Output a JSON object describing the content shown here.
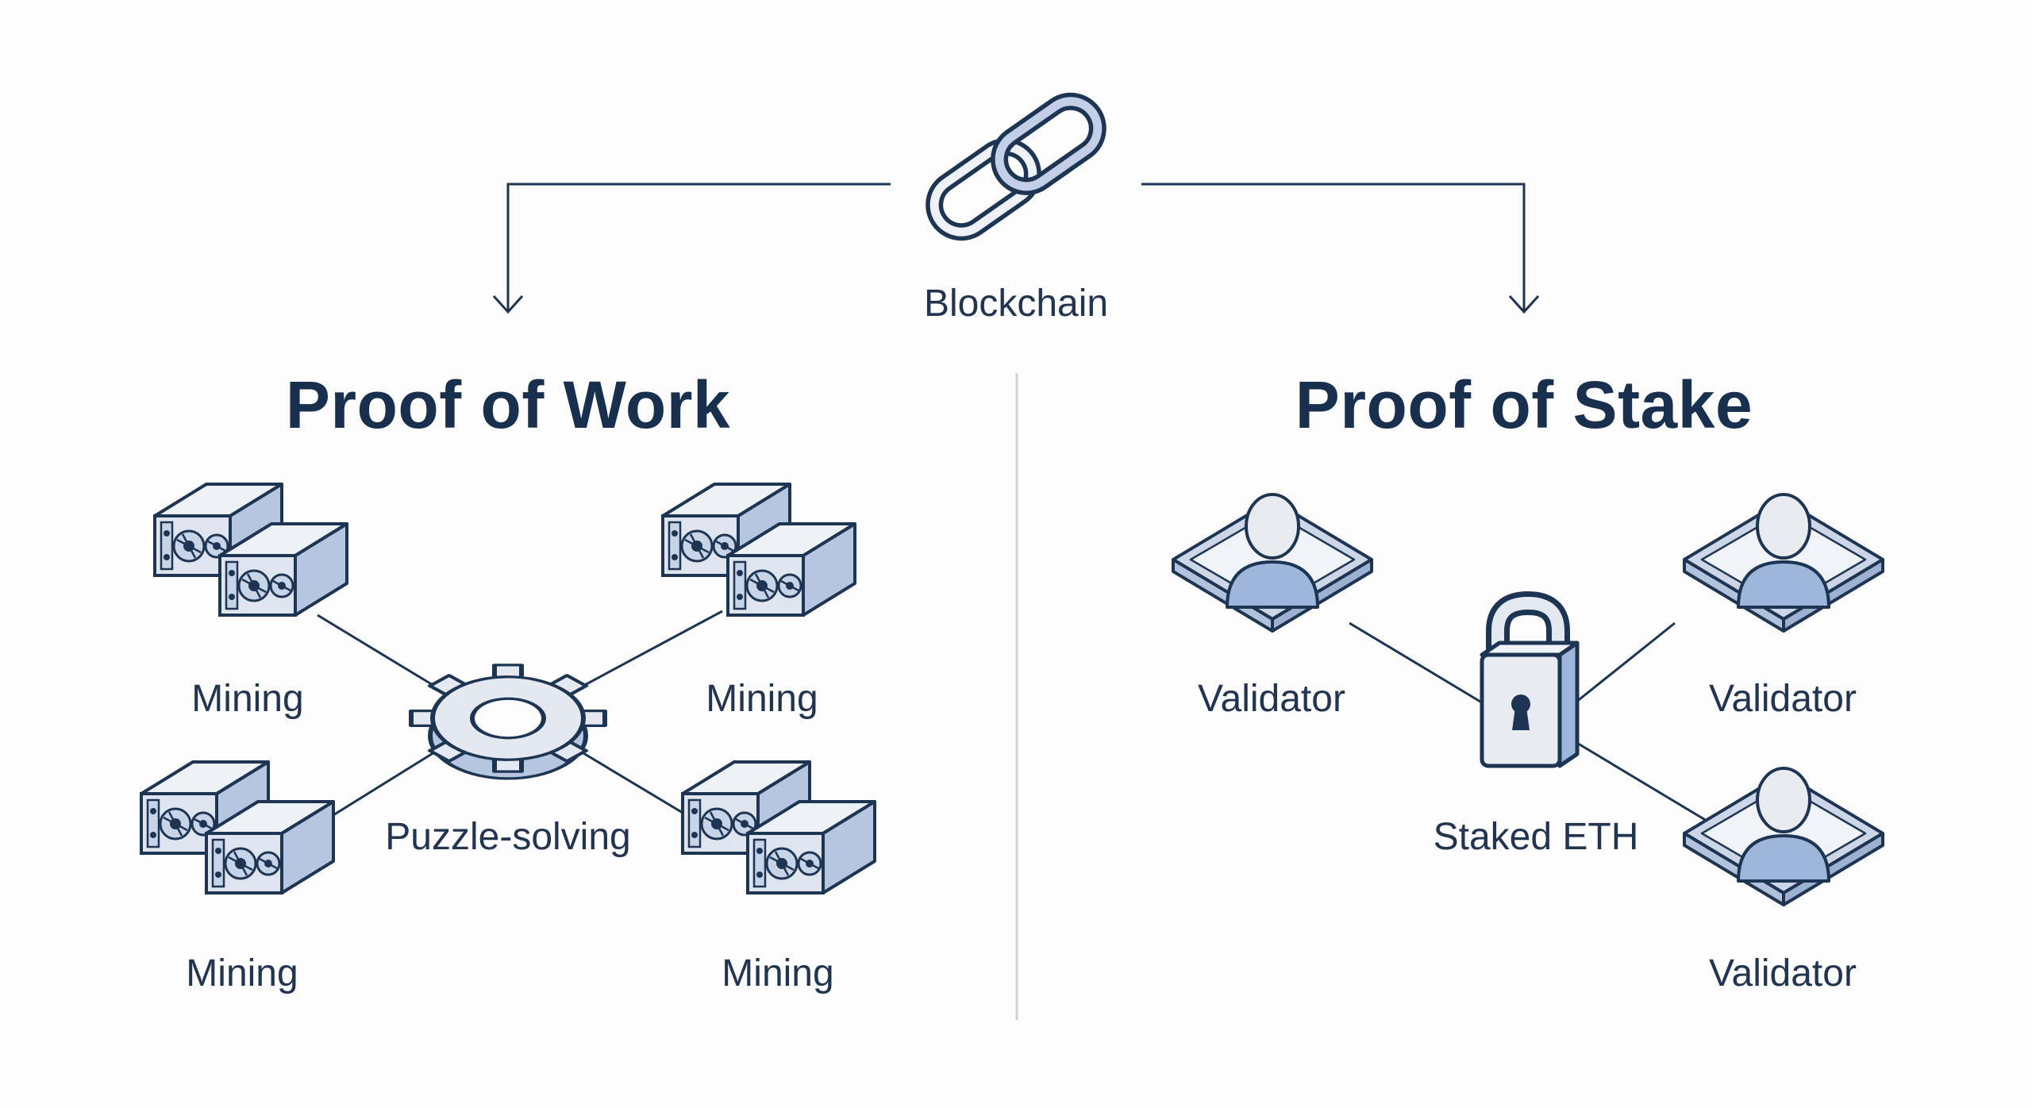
{
  "root": {
    "label": "Blockchain",
    "icon": "chain-link-icon"
  },
  "pow": {
    "title": "Proof of Work",
    "hub_label": "Puzzle-solving",
    "hub_icon": "gear-icon",
    "node_icon": "gpu-icon",
    "nodes": [
      "Mining",
      "Mining",
      "Mining",
      "Mining"
    ]
  },
  "pos": {
    "title": "Proof of Stake",
    "hub_label": "Staked ETH",
    "hub_icon": "padlock-icon",
    "node_icon": "user-icon",
    "nodes": [
      "Validator",
      "Validator",
      "Validator"
    ]
  },
  "colors": {
    "ink": "#1d3552",
    "fill_light": "#e9edf3",
    "fill_blue": "#9fb6db",
    "divider": "#cfd3d8"
  }
}
